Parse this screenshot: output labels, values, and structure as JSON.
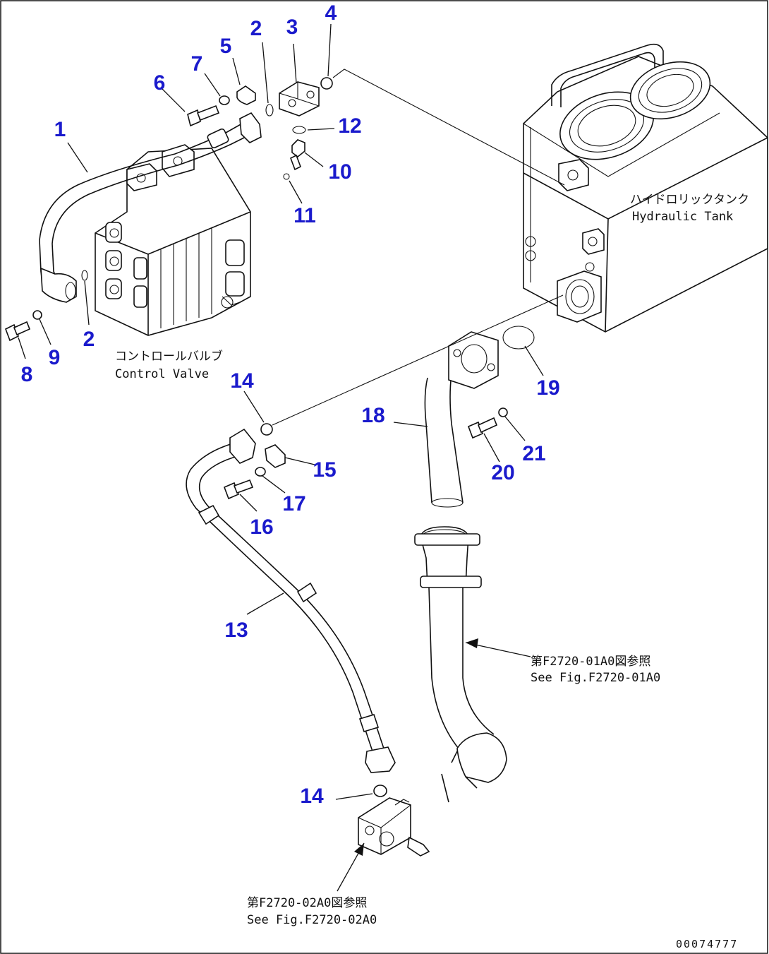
{
  "colors": {
    "callout": "#1a1acc",
    "line": "#111111",
    "background": "#ffffff"
  },
  "labels": {
    "control_valve_jp": "コントロールバルブ",
    "control_valve_en": "Control Valve",
    "hydraulic_tank_jp": "ハイドロリックタンク",
    "hydraulic_tank_en": "Hydraulic Tank",
    "ref_top_jp": "第F2720-01A0図参照",
    "ref_top_en": "See Fig.F2720-01A0",
    "ref_bottom_jp": "第F2720-02A0図参照",
    "ref_bottom_en": "See Fig.F2720-02A0",
    "doc_number": "00074777"
  },
  "callouts": [
    {
      "id": "c1",
      "text": "1"
    },
    {
      "id": "c2a",
      "text": "2"
    },
    {
      "id": "c2b",
      "text": "2"
    },
    {
      "id": "c3",
      "text": "3"
    },
    {
      "id": "c4",
      "text": "4"
    },
    {
      "id": "c5",
      "text": "5"
    },
    {
      "id": "c6",
      "text": "6"
    },
    {
      "id": "c7",
      "text": "7"
    },
    {
      "id": "c8",
      "text": "8"
    },
    {
      "id": "c9",
      "text": "9"
    },
    {
      "id": "c10",
      "text": "10"
    },
    {
      "id": "c11",
      "text": "11"
    },
    {
      "id": "c12",
      "text": "12"
    },
    {
      "id": "c13",
      "text": "13"
    },
    {
      "id": "c14a",
      "text": "14"
    },
    {
      "id": "c14b",
      "text": "14"
    },
    {
      "id": "c15",
      "text": "15"
    },
    {
      "id": "c16",
      "text": "16"
    },
    {
      "id": "c17",
      "text": "17"
    },
    {
      "id": "c18",
      "text": "18"
    },
    {
      "id": "c19",
      "text": "19"
    },
    {
      "id": "c20",
      "text": "20"
    },
    {
      "id": "c21",
      "text": "21"
    }
  ]
}
